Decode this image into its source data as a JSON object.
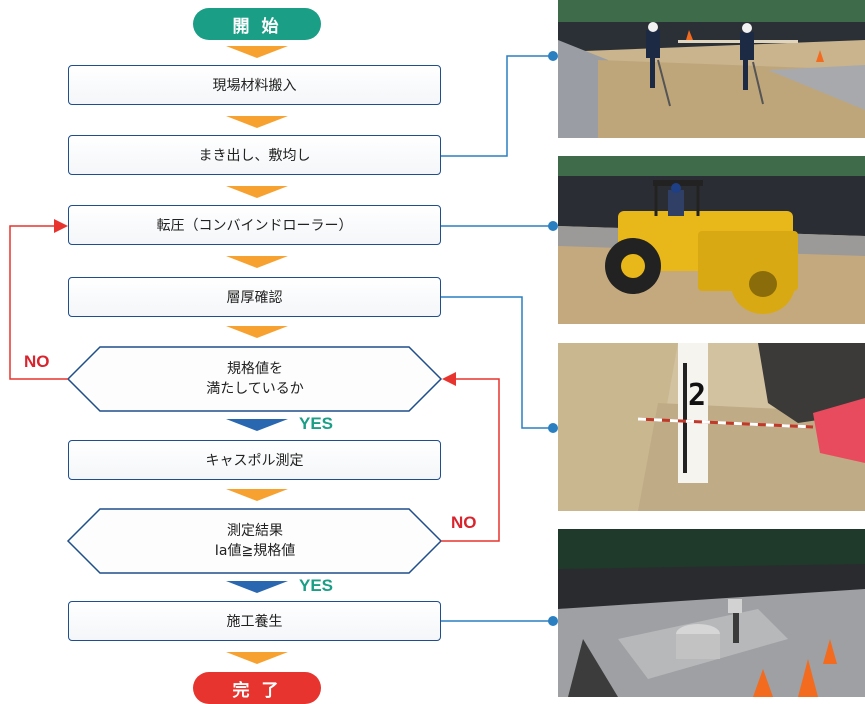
{
  "flow": {
    "start": "開 始",
    "end": "完 了",
    "steps": [
      "現場材料搬入",
      "まき出し、敷均し",
      "転圧（コンバインドローラー）",
      "層厚確認",
      "キャスポル測定",
      "施工養生"
    ],
    "decision1": {
      "line1": "規格値を",
      "line2": "満たしているか"
    },
    "decision2": {
      "line1": "測定結果",
      "line2": "Ia値≧規格値"
    },
    "yes_label": "YES",
    "no_label": "NO"
  },
  "photo_mark": "2"
}
